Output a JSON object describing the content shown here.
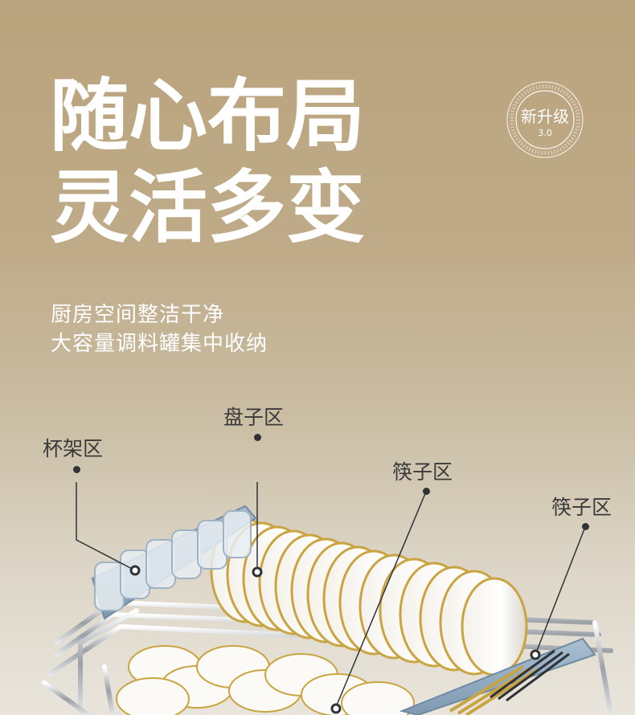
{
  "headline": {
    "line1": "随心布局",
    "line2": "灵活多变"
  },
  "subtitle": {
    "line1": "厨房空间整洁干净",
    "line2": "大容量调料罐集中收纳"
  },
  "badge": {
    "text": "新升级",
    "version": "3.0"
  },
  "callouts": {
    "cup": "杯架区",
    "plate": "盘子区",
    "chopsticks_1": "筷子区",
    "chopsticks_2": "筷子区"
  },
  "colors": {
    "accent": "#b9a37d",
    "tray": "#8fa9bf",
    "dark": "#2f3338",
    "gold": "#c9a441"
  }
}
